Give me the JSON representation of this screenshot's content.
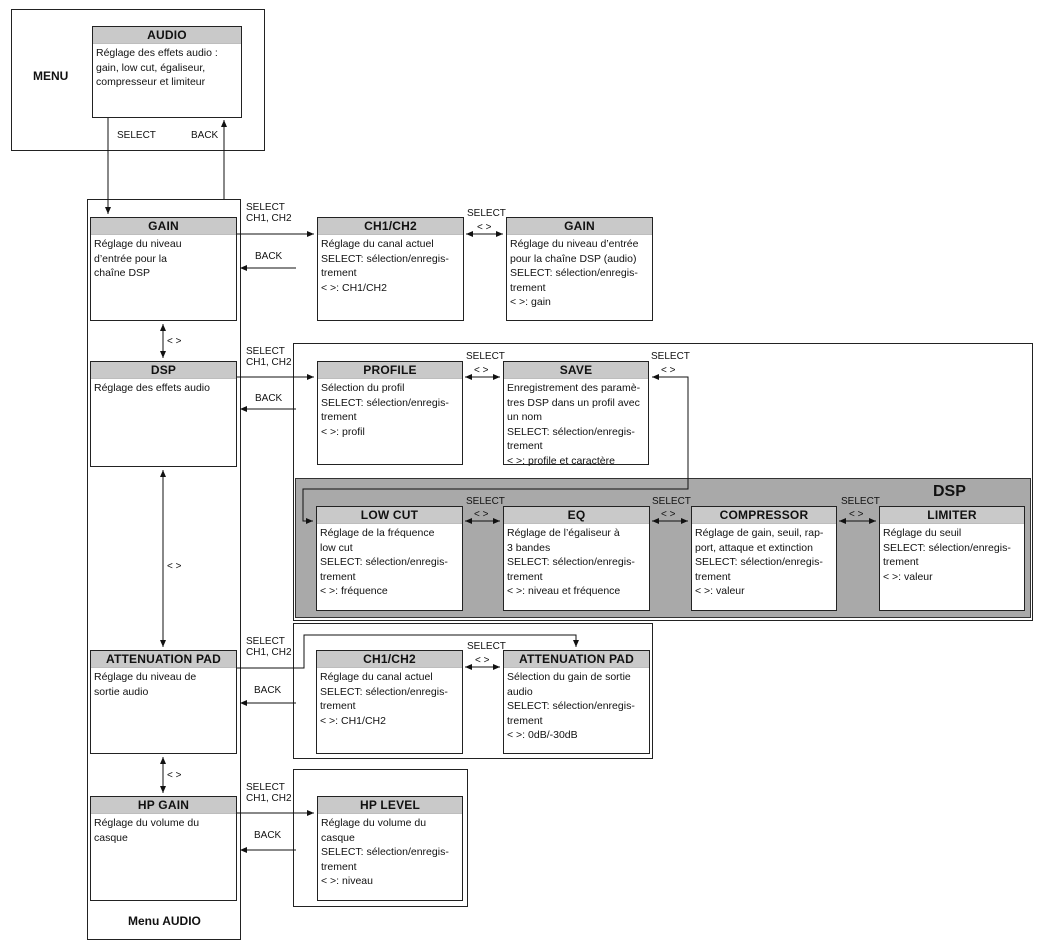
{
  "menu_label": "MENU",
  "submenu_label": "Menu AUDIO",
  "dsp_panel_label": "DSP",
  "audio_box": {
    "title": "AUDIO",
    "lines": [
      "Réglage des effets audio :",
      "gain, low cut, égaliseur,",
      "compresseur et limiteur"
    ]
  },
  "left_boxes": {
    "gain": {
      "title": "GAIN",
      "lines": [
        "Réglage du niveau",
        "d’entrée pour la",
        "chaîne DSP"
      ]
    },
    "dsp": {
      "title": "DSP",
      "lines": [
        "Réglage des effets audio"
      ]
    },
    "att": {
      "title": "ATTENUATION PAD",
      "lines": [
        "Réglage du niveau de",
        "sortie audio"
      ]
    },
    "hp": {
      "title": "HP GAIN",
      "lines": [
        "Réglage du volume du",
        "casque"
      ]
    }
  },
  "right_boxes": {
    "ch_gain": {
      "title": "CH1/CH2",
      "lines": [
        "Réglage du canal actuel",
        "SELECT: sélection/enregis-",
        "trement",
        "< >: CH1/CH2"
      ]
    },
    "gain2": {
      "title": "GAIN",
      "lines": [
        "Réglage du niveau d’entrée",
        "pour la chaîne DSP (audio)",
        "SELECT: sélection/enregis-",
        "trement",
        "< >: gain"
      ]
    },
    "profile": {
      "title": "PROFILE",
      "lines": [
        "Sélection du profil",
        "SELECT: sélection/enregis-",
        "trement",
        "< >: profil"
      ]
    },
    "save": {
      "title": "SAVE",
      "lines": [
        "Enregistrement des paramè-",
        "tres DSP dans un profil avec",
        "un nom",
        "SELECT: sélection/enregis-",
        "trement",
        "< >: profile et caractère"
      ]
    },
    "lowcut": {
      "title": "LOW CUT",
      "lines": [
        "Réglage de la fréquence",
        "low cut",
        "SELECT: sélection/enregis-",
        "trement",
        "< >: fréquence"
      ]
    },
    "eq": {
      "title": "EQ",
      "lines": [
        "Réglage de l’égaliseur à",
        "3 bandes",
        "SELECT: sélection/enregis-",
        "trement",
        "< >: niveau et fréquence"
      ]
    },
    "comp": {
      "title": "COMPRESSOR",
      "lines": [
        "Réglage de gain, seuil, rap-",
        "port, attaque et extinction",
        "SELECT: sélection/enregis-",
        "trement",
        "< >: valeur"
      ]
    },
    "limiter": {
      "title": "LIMITER",
      "lines": [
        "Réglage du seuil",
        "SELECT: sélection/enregis-",
        "trement",
        "< >: valeur"
      ]
    },
    "ch_att": {
      "title": "CH1/CH2",
      "lines": [
        "Réglage du canal actuel",
        "SELECT: sélection/enregis-",
        "trement",
        "< >: CH1/CH2"
      ]
    },
    "att2": {
      "title": "ATTENUATION PAD",
      "lines": [
        "Sélection du gain de sortie",
        "audio",
        "SELECT: sélection/enregis-",
        "trement",
        "< >: 0dB/-30dB"
      ]
    },
    "hplevel": {
      "title": "HP LEVEL",
      "lines": [
        "Réglage du volume du",
        "casque",
        "SELECT: sélection/enregis-",
        "trement",
        "< >: niveau"
      ]
    }
  },
  "labels": {
    "select": "SELECT",
    "back": "BACK",
    "select_ch": [
      "SELECT",
      "CH1, CH2"
    ],
    "nav": "< >"
  }
}
